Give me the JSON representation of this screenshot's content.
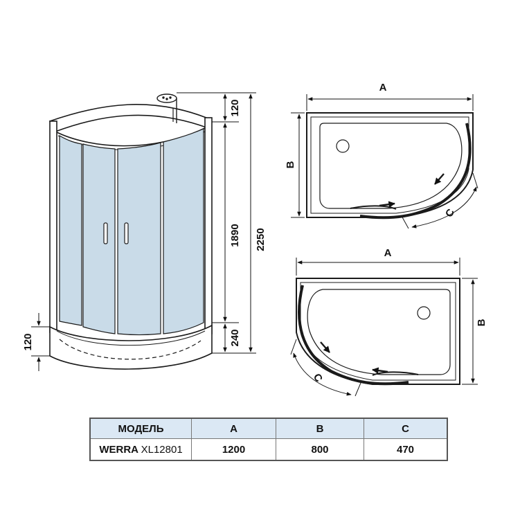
{
  "dimensions": {
    "top_gap": "120",
    "cabin_height": "1890",
    "tray_height": "240",
    "total_height": "2250",
    "tray_left": "120"
  },
  "plan_labels": {
    "a": "A",
    "b": "B",
    "c": "C"
  },
  "table": {
    "headers": [
      "МОДЕЛЬ",
      "A",
      "B",
      "C"
    ],
    "model_prefix": "WERRA",
    "model_code": "XL12801",
    "a": "1200",
    "b": "800",
    "c": "470"
  },
  "colors": {
    "glass": "#c9dbe8",
    "header_fill": "#dbe8f4",
    "line": "#1a1a1a"
  }
}
